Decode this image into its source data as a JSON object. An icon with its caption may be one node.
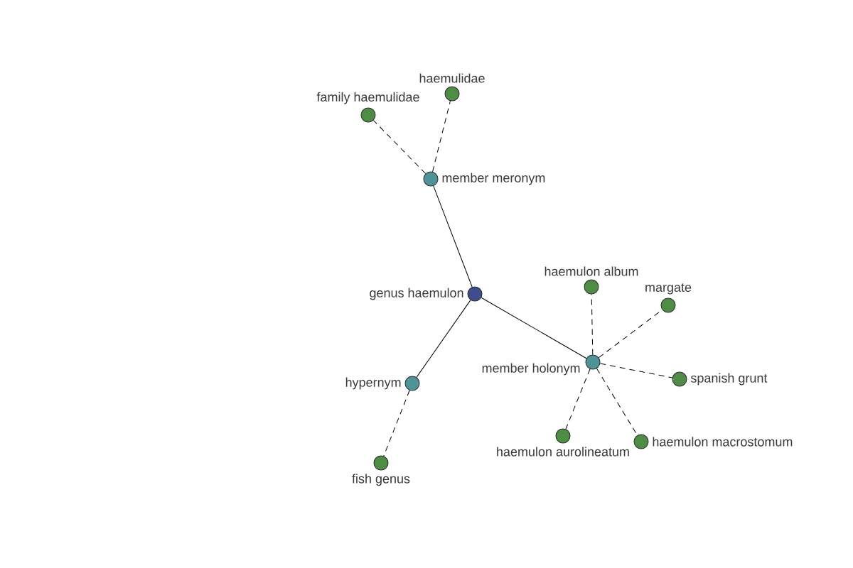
{
  "diagram": {
    "nodes": [
      {
        "text": [
          "haemulidae"
        ]
      },
      {
        "text": [
          "family haemulidae"
        ]
      },
      {
        "text": [
          "member meronym"
        ]
      },
      {
        "text": [
          "haemulon album"
        ]
      },
      {
        "text": [
          "genus haemulon"
        ]
      },
      {
        "text": [
          "margate"
        ]
      },
      {
        "text": [
          "member holonym"
        ]
      },
      {
        "text": [
          "spanish grunt"
        ]
      },
      {
        "text": [
          "hypernym"
        ]
      },
      {
        "text": [
          "haemulon aurolineatum"
        ]
      },
      {
        "text": [
          "haemulon macrostomum"
        ]
      },
      {
        "text": [
          "fish genus"
        ]
      }
    ],
    "edges": [
      {
        "from": 4,
        "to": 2,
        "arrow": "none"
      },
      {
        "from": 4,
        "to": 6,
        "arrow": "none"
      },
      {
        "from": 4,
        "to": 8,
        "arrow": "none"
      },
      {
        "from": 2,
        "to": 1,
        "arrow": "none",
        "style": "dashed"
      },
      {
        "from": 2,
        "to": 0,
        "arrow": "none",
        "style": "dashed"
      },
      {
        "from": 6,
        "to": 3,
        "arrow": "none",
        "style": "dashed"
      },
      {
        "from": 6,
        "to": 5,
        "arrow": "none",
        "style": "dashed"
      },
      {
        "from": 6,
        "to": 7,
        "arrow": "none",
        "style": "dashed"
      },
      {
        "from": 6,
        "to": 9,
        "arrow": "none",
        "style": "dashed"
      },
      {
        "from": 6,
        "to": 10,
        "arrow": "none",
        "style": "dashed"
      },
      {
        "from": 8,
        "to": 11,
        "arrow": "none",
        "style": "dashed"
      }
    ]
  }
}
